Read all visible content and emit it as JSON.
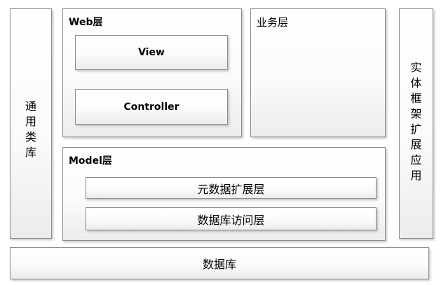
{
  "left_column": {
    "label": "通用类库",
    "chars": [
      "通",
      "用",
      "类",
      "库"
    ]
  },
  "right_column": {
    "label": "实体框架扩展应用",
    "chars": [
      "实",
      "体",
      "框",
      "架",
      "扩",
      "展",
      "应",
      "用"
    ]
  },
  "web_layer": {
    "title": "Web层",
    "view_label": "View",
    "controller_label": "Controller"
  },
  "business_layer": {
    "title": "业务层"
  },
  "model_layer": {
    "title": "Model层",
    "metadata_extension_label": "元数据扩展层",
    "data_access_label": "数据库访问层"
  },
  "database": {
    "label": "数据库"
  },
  "colors": {
    "border": "#8c8c8c",
    "fill_top": "#ffffff",
    "fill_bottom": "#ececec"
  }
}
